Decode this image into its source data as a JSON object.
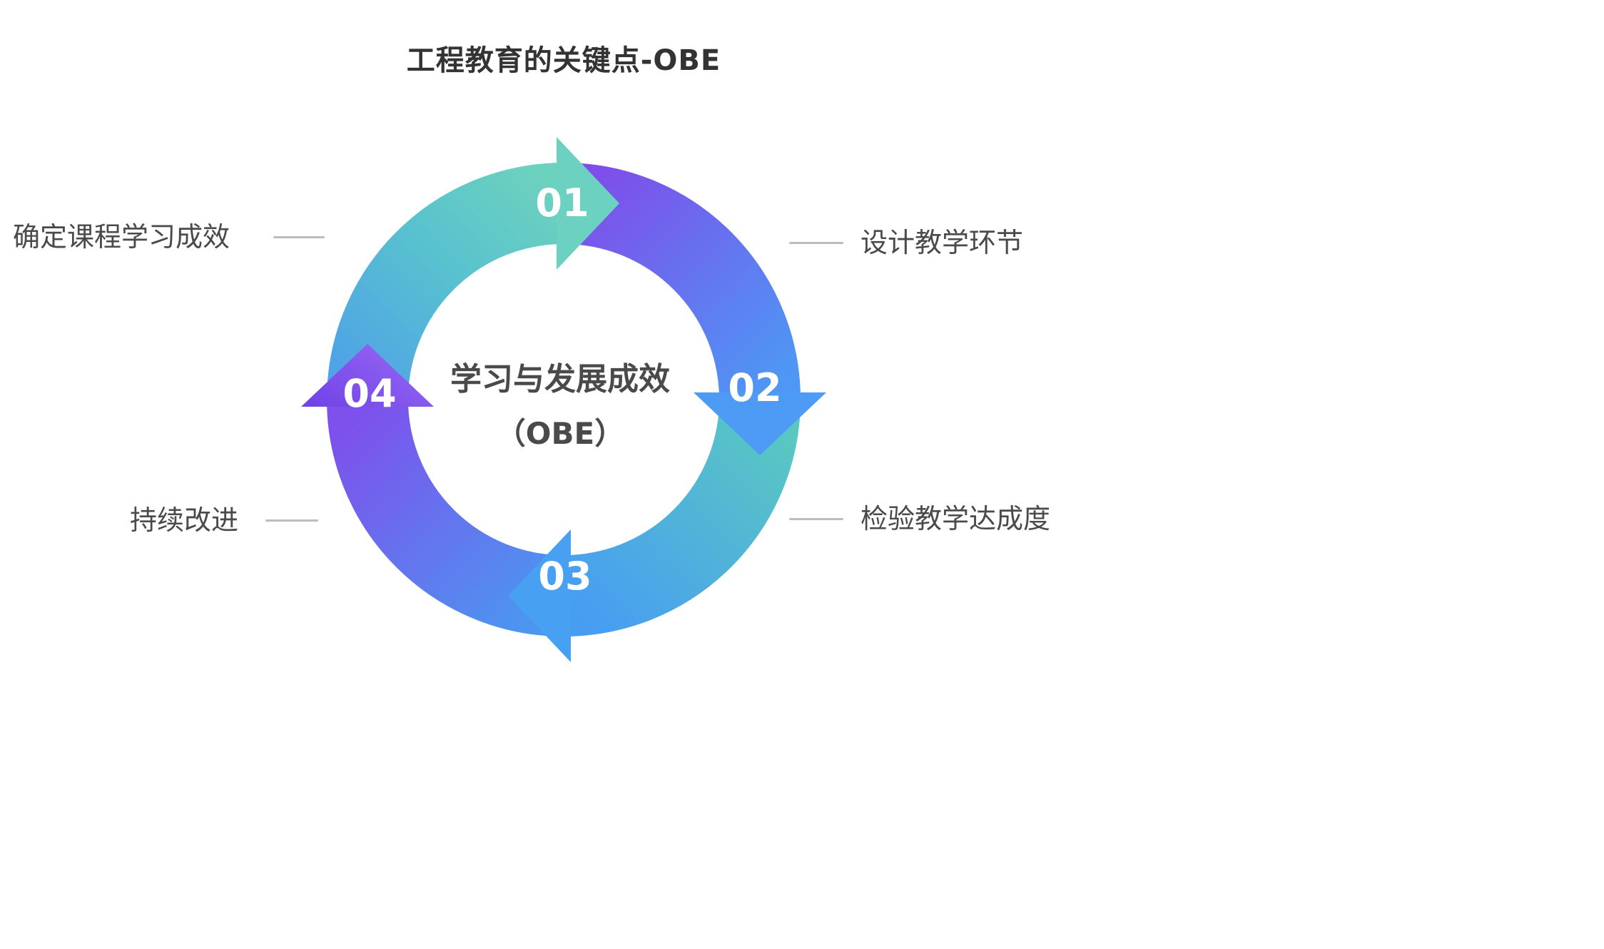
{
  "title": "工程教育的关键点-OBE",
  "center": {
    "line1": "学习与发展成效",
    "line2": "（OBE）"
  },
  "steps": [
    {
      "number": "01",
      "label": "确定课程学习成效",
      "side": "left-top"
    },
    {
      "number": "02",
      "label": "设计教学环节",
      "side": "right-top"
    },
    {
      "number": "03",
      "label": "检验教学达成度",
      "side": "right-bottom"
    },
    {
      "number": "04",
      "label": "持续改进",
      "side": "left-bottom"
    }
  ],
  "colors": {
    "teal": "#6cd1c0",
    "blue": "#4e9bf5",
    "purple": "#7f4dea",
    "label_text": "#4a4a4a",
    "title_text": "#333333",
    "connector": "#b9bdc0"
  }
}
